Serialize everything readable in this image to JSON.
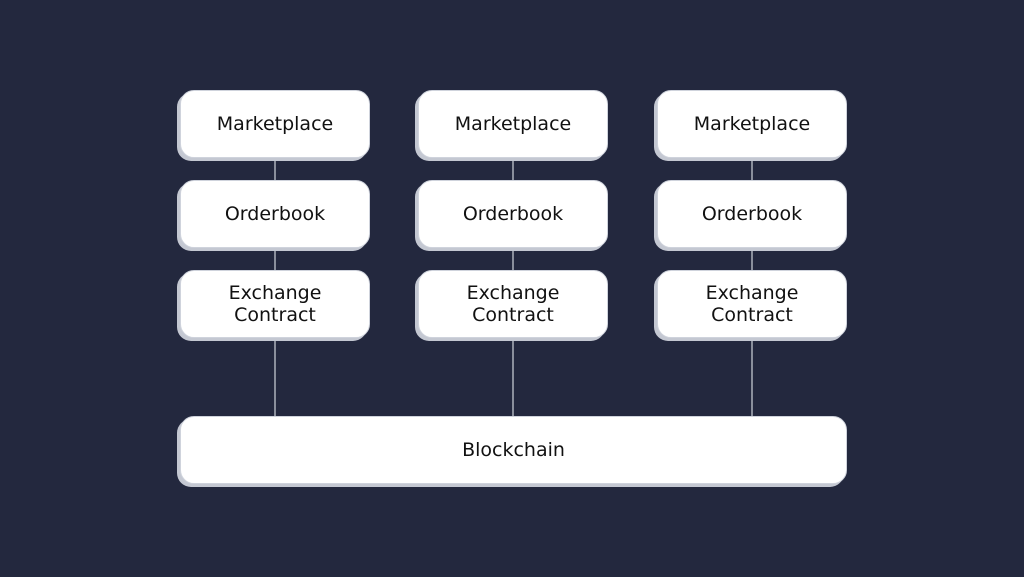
{
  "diagram": {
    "columns": [
      {
        "marketplace": "Marketplace",
        "orderbook": "Orderbook",
        "exchange_contract": "Exchange\nContract"
      },
      {
        "marketplace": "Marketplace",
        "orderbook": "Orderbook",
        "exchange_contract": "Exchange\nContract"
      },
      {
        "marketplace": "Marketplace",
        "orderbook": "Orderbook",
        "exchange_contract": "Exchange\nContract"
      }
    ],
    "blockchain": "Blockchain"
  }
}
